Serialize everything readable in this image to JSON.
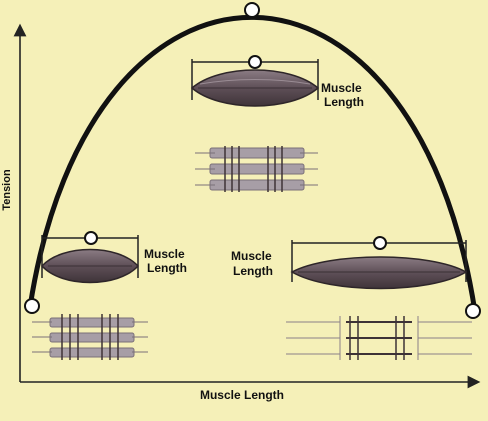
{
  "axes": {
    "x_label": "Muscle Length",
    "y_label": "Tension"
  },
  "labels": {
    "left": [
      "Muscle",
      "Length"
    ],
    "top": [
      "Muscle",
      "Length"
    ],
    "right": [
      "Muscle",
      "Length"
    ]
  },
  "colors": {
    "background": "#f5f0b8",
    "curve": "#111111",
    "muscle_fill": "#6e5f66",
    "muscle_dark": "#3d3236",
    "sarcomere": "#8a8088",
    "axis": "#222222"
  }
}
